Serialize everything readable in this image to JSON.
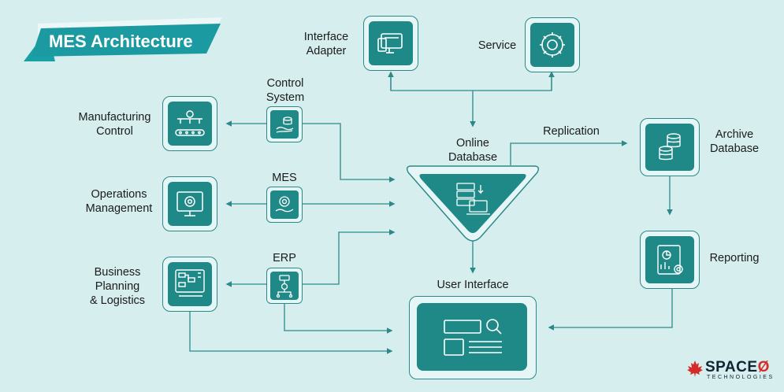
{
  "title": "MES Architecture",
  "nodes": {
    "interface_adapter": "Interface\nAdapter",
    "service": "Service",
    "control_system": "Control\nSystem",
    "manufacturing_control": "Manufacturing\nControl",
    "mes": "MES",
    "operations_management": "Operations\nManagement",
    "erp": "ERP",
    "business_planning": "Business\nPlanning\n& Logistics",
    "online_database": "Online\nDatabase",
    "replication": "Replication",
    "archive_database": "Archive\nDatabase",
    "reporting": "Reporting",
    "user_interface": "User Interface"
  },
  "logo": {
    "name": "SPACE",
    "sub": "TECHNOLOGIES",
    "mark": "Ø"
  },
  "colors": {
    "background": "#d6eeee",
    "teal": "#1f8987",
    "line": "#2b8a88",
    "logo_red": "#d62b2b"
  }
}
